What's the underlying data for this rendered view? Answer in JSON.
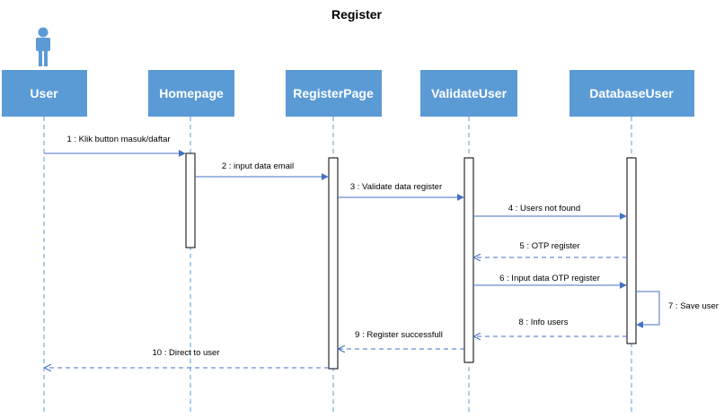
{
  "title": "Register",
  "colors": {
    "box_fill": "#5B9BD5",
    "box_text": "#FFFFFF",
    "line": "#4472C4",
    "actor": "#5B9BD5",
    "activation_stroke": "#000000"
  },
  "participants": [
    {
      "id": "user",
      "label": "User",
      "kind": "actor"
    },
    {
      "id": "homepage",
      "label": "Homepage",
      "kind": "object"
    },
    {
      "id": "registerpage",
      "label": "RegisterPage",
      "kind": "object"
    },
    {
      "id": "validateuser",
      "label": "ValidateUser",
      "kind": "object"
    },
    {
      "id": "databaseuser",
      "label": "DatabaseUser",
      "kind": "object"
    }
  ],
  "messages": [
    {
      "n": 1,
      "label": "1 : Klik button masuk/daftar",
      "from": "user",
      "to": "homepage",
      "type": "sync"
    },
    {
      "n": 2,
      "label": "2 : input data email",
      "from": "homepage",
      "to": "registerpage",
      "type": "sync"
    },
    {
      "n": 3,
      "label": "3 : Validate data register",
      "from": "registerpage",
      "to": "validateuser",
      "type": "sync"
    },
    {
      "n": 4,
      "label": "4 : Users not found",
      "from": "validateuser",
      "to": "databaseuser",
      "type": "sync"
    },
    {
      "n": 5,
      "label": "5 : OTP register",
      "from": "databaseuser",
      "to": "validateuser",
      "type": "return"
    },
    {
      "n": 6,
      "label": "6 : Input data OTP register",
      "from": "validateuser",
      "to": "databaseuser",
      "type": "sync"
    },
    {
      "n": 7,
      "label": "7 : Save user",
      "from": "databaseuser",
      "to": "databaseuser",
      "type": "self"
    },
    {
      "n": 8,
      "label": "8 : Info users",
      "from": "databaseuser",
      "to": "validateuser",
      "type": "return"
    },
    {
      "n": 9,
      "label": "9 : Register successfull",
      "from": "validateuser",
      "to": "registerpage",
      "type": "return"
    },
    {
      "n": 10,
      "label": "10 : Direct to user",
      "from": "registerpage",
      "to": "user",
      "type": "return"
    }
  ]
}
